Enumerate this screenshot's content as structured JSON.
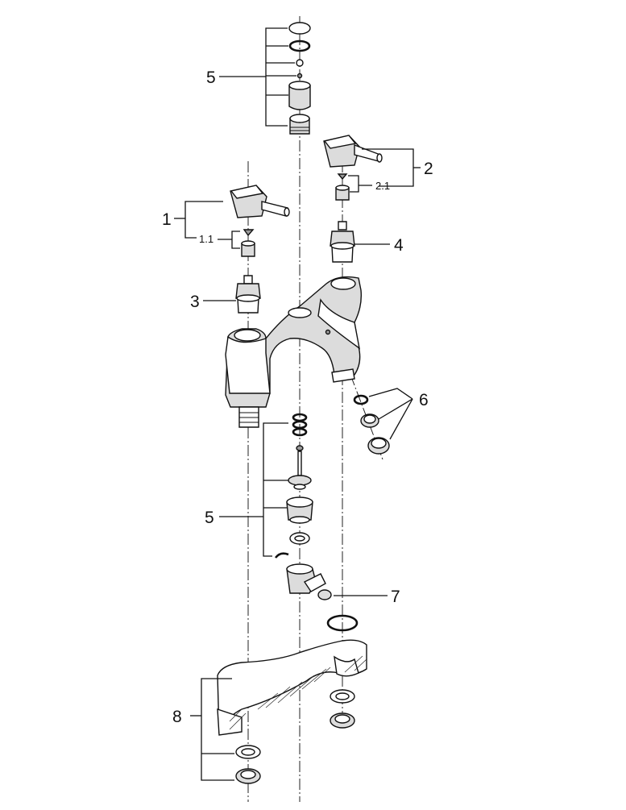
{
  "callouts": {
    "c1": "1",
    "c1_1": "1.1",
    "c2": "2",
    "c2_1": "2.1",
    "c3": "3",
    "c4": "4",
    "c5_top": "5",
    "c5_bottom": "5",
    "c6": "6",
    "c7": "7",
    "c8": "8"
  },
  "colors": {
    "line": "#111111",
    "fill_light": "#dcdcdc",
    "fill_dark": "#9a9a9a",
    "background": "#ffffff"
  }
}
